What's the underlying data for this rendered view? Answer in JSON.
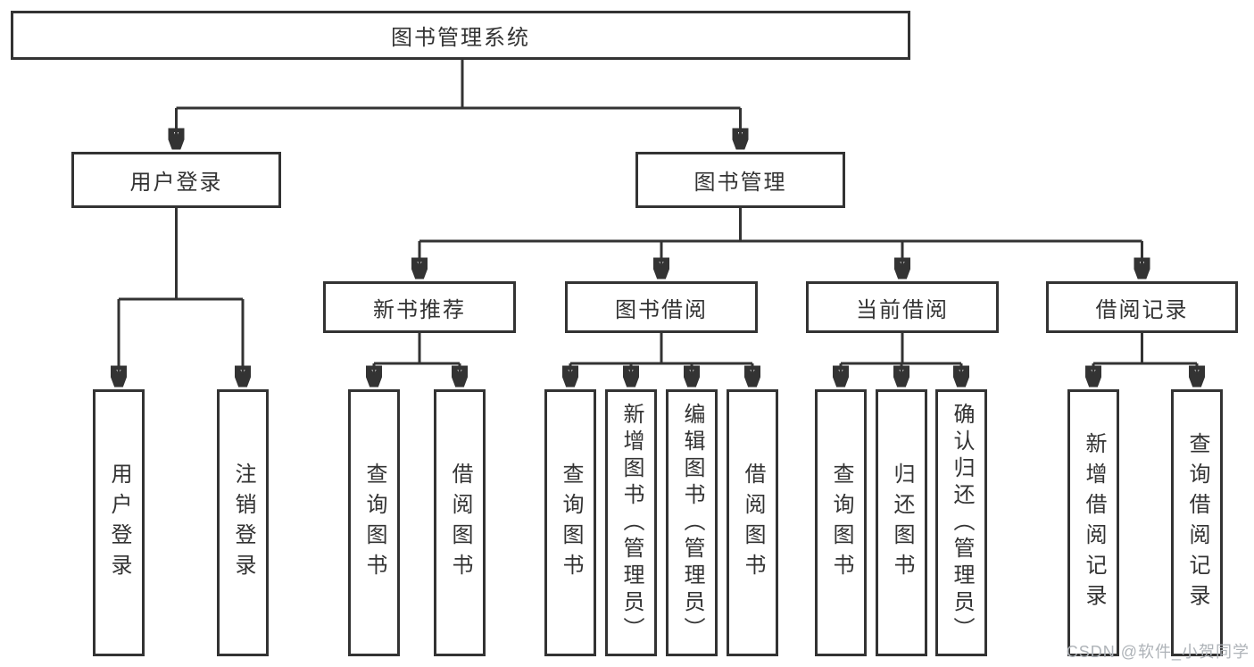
{
  "colors": {
    "line": "#333333",
    "border": "#333333",
    "text": "#333333",
    "background": "#ffffff",
    "watermark": "#aeb3b8"
  },
  "watermark": "CSDN @软件_小贺同学",
  "tree": {
    "label": "图书管理系统",
    "children": [
      {
        "label": "用户登录",
        "children": [
          {
            "label": "用户登录"
          },
          {
            "label": "注销登录"
          }
        ]
      },
      {
        "label": "图书管理",
        "children": [
          {
            "label": "新书推荐",
            "children": [
              {
                "label": "查询图书"
              },
              {
                "label": "借阅图书"
              }
            ]
          },
          {
            "label": "图书借阅",
            "children": [
              {
                "label": "查询图书"
              },
              {
                "label": "新增图书（管理员）"
              },
              {
                "label": "编辑图书（管理员）"
              },
              {
                "label": "借阅图书"
              }
            ]
          },
          {
            "label": "当前借阅",
            "children": [
              {
                "label": "查询图书"
              },
              {
                "label": "归还图书"
              },
              {
                "label": "确认归还（管理员）"
              }
            ]
          },
          {
            "label": "借阅记录",
            "children": [
              {
                "label": "新增借阅记录"
              },
              {
                "label": "查询借阅记录"
              }
            ]
          }
        ]
      }
    ]
  }
}
